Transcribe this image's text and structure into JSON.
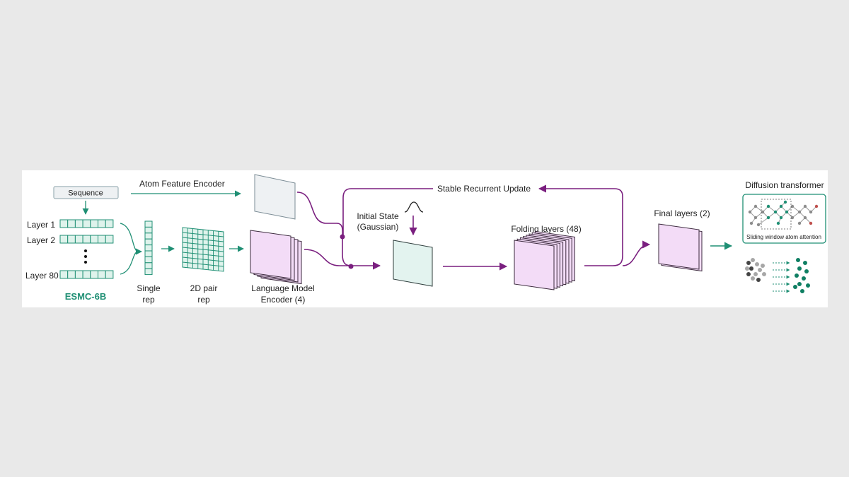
{
  "colors": {
    "background": "#e9e9e9",
    "panel": "#ffffff",
    "teal": "#1f8f74",
    "teal_fill": "#dff3ec",
    "purple": "#7a1f7f",
    "pink_fill": "#f3dcf7",
    "mint_fill": "#e3f3ef",
    "gray_fill": "#eef1f3",
    "dark_teal_dots": "#0f7f63"
  },
  "diagram": {
    "sequence_label": "Sequence",
    "atom_feature_encoder": "Atom Feature Encoder",
    "layer_labels": [
      "Layer 1",
      "Layer 2",
      "Layer 80"
    ],
    "model_name": "ESMC-6B",
    "single_rep": [
      "Single",
      "rep"
    ],
    "pair_rep": [
      "2D pair",
      "rep"
    ],
    "lm_encoder": [
      "Language Model",
      "Encoder (4)"
    ],
    "initial_state": [
      "Initial State",
      "(Gaussian)"
    ],
    "stable_recurrent_update": "Stable Recurrent Update",
    "folding_layers": "Folding layers (48)",
    "final_layers": "Final layers (2)",
    "diffusion_transformer": "Diffusion transformer",
    "sliding_window": "Sliding window atom attention"
  }
}
